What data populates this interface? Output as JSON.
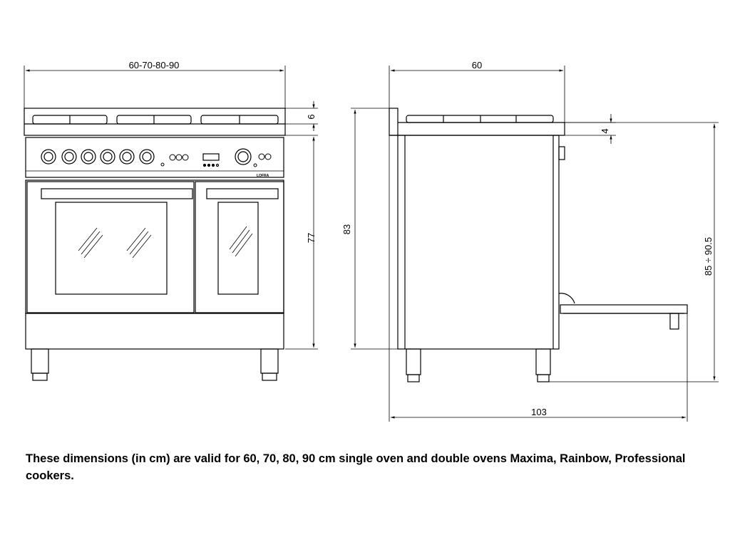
{
  "dimensions": {
    "front_width": "60-70-80-90",
    "top_thickness": "6",
    "body_height": "77",
    "side_depth": "60",
    "total_height": "83",
    "splash_height": "4",
    "open_door_height": "85 ÷ 90.5",
    "open_depth": "103"
  },
  "brand": {
    "name": "LOFRA"
  },
  "caption": "These dimensions (in cm) are valid for 60, 70, 80, 90 cm single oven and double ovens Maxima, Rainbow, Professional cookers."
}
